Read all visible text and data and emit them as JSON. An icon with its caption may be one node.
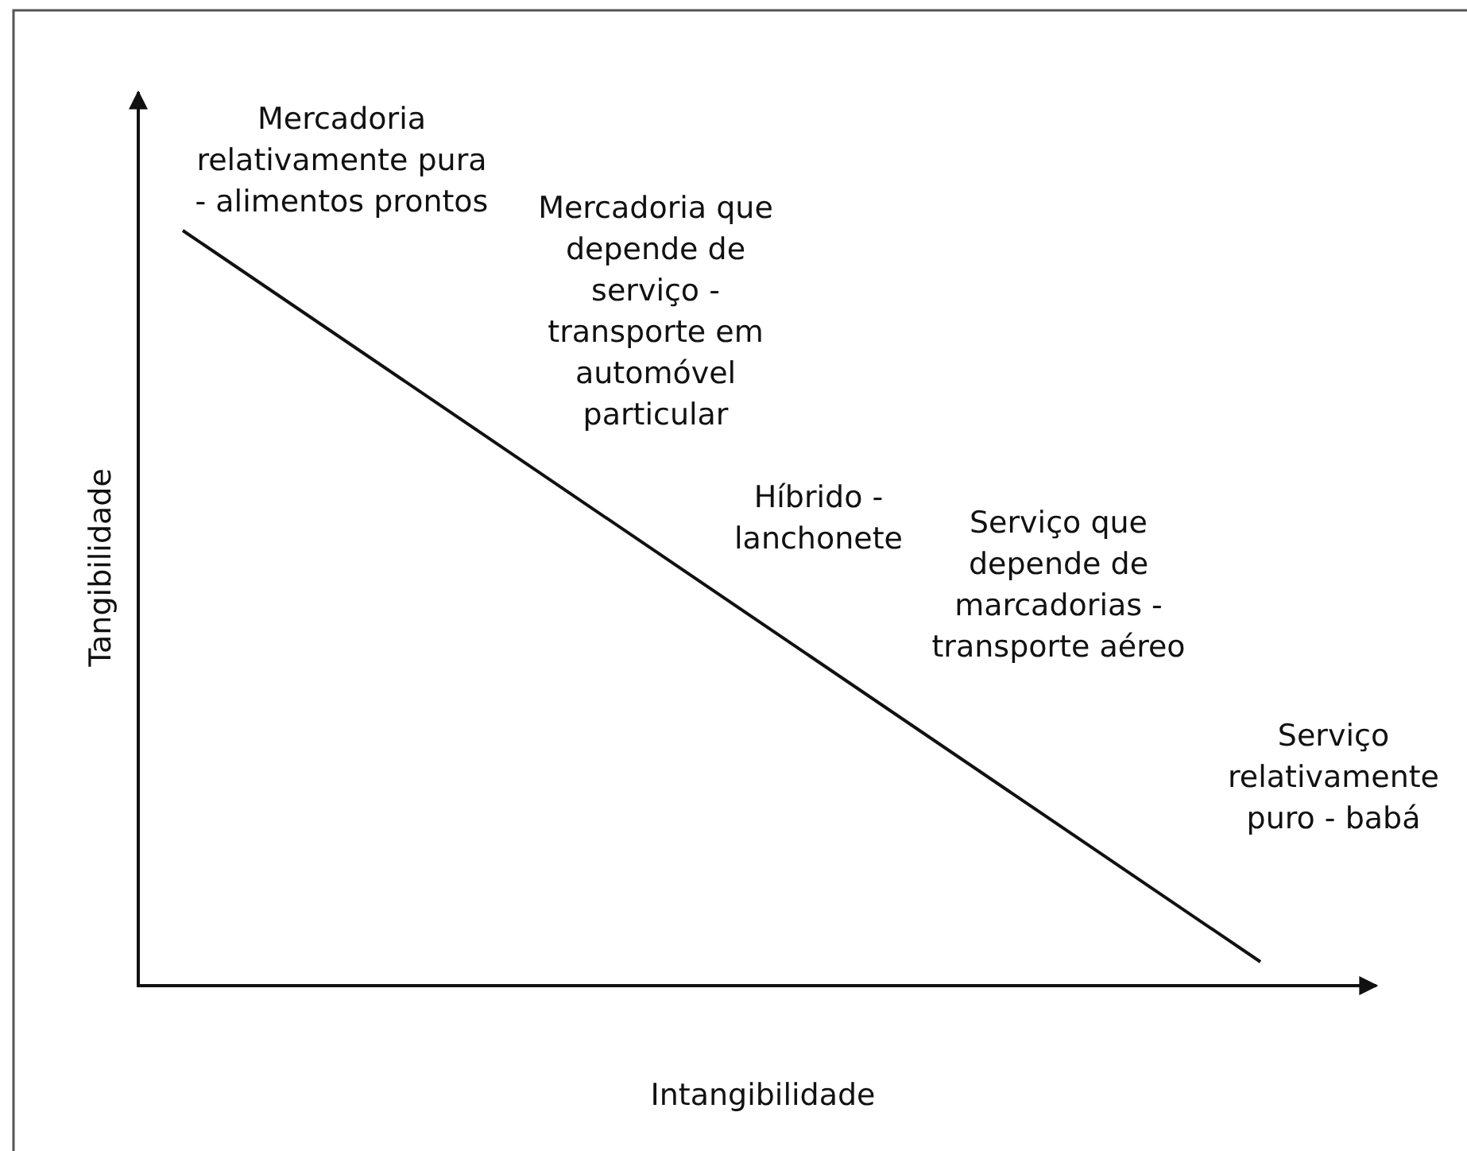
{
  "diagram": {
    "labels": [
      "Mercadoria relativamente pura - alimentos prontos",
      "Mercadoria que depende de serviço - transporte em automóvel particular",
      "Híbrido - lanchonete",
      "Serviço que depende de marcadorias - transporte aéreo",
      "Serviço relativamente puro - babá",
      "Tangibilidade",
      "Intangibilidade"
    ]
  }
}
